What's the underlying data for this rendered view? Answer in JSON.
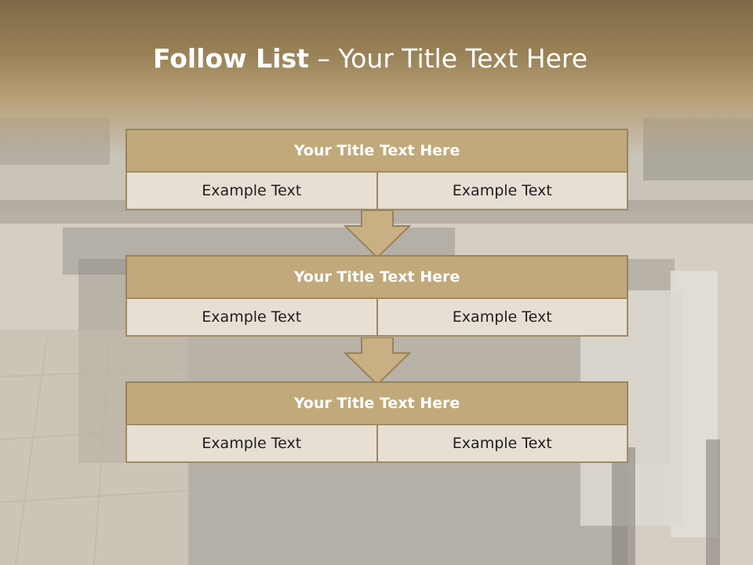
{
  "slide": {
    "title_bold": "Follow List",
    "title_rest": " – Your Title Text Here",
    "colors": {
      "header": "#c1a97b",
      "cell": "#e7dfd4",
      "border": "#9a8356",
      "arrow": "#c8b084"
    }
  },
  "blocks": [
    {
      "title": "Your Title Text Here",
      "left": "Example Text",
      "right": "Example Text"
    },
    {
      "title": "Your Title Text Here",
      "left": "Example Text",
      "right": "Example Text"
    },
    {
      "title": "Your Title Text Here",
      "left": "Example Text",
      "right": "Example Text"
    }
  ]
}
